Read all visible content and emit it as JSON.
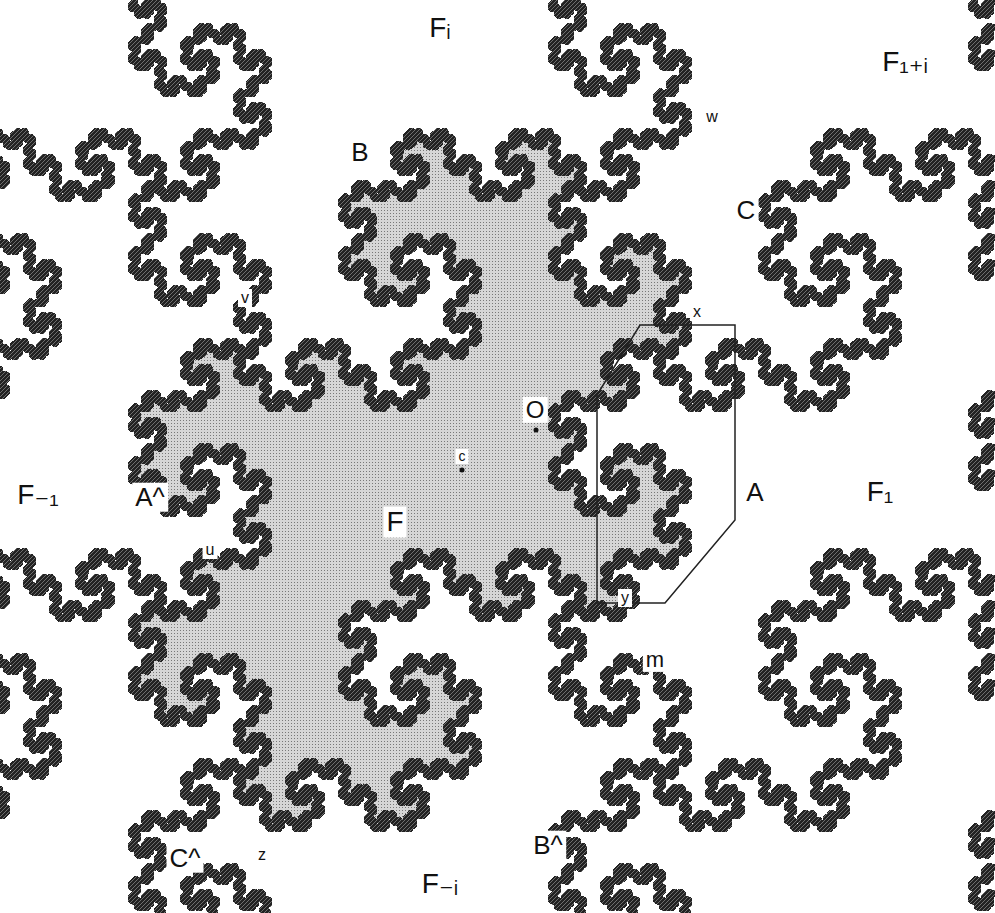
{
  "diagram": {
    "labels": [
      "Fᵢ",
      "F₁₊ᵢ",
      "B",
      "w",
      "C",
      "x",
      "O",
      "c",
      "F",
      "A^",
      "F₋₁",
      "A",
      "F₁",
      "v",
      "u",
      "y",
      "m",
      "C^",
      "z",
      "B^",
      "F₋ᵢ"
    ]
  }
}
